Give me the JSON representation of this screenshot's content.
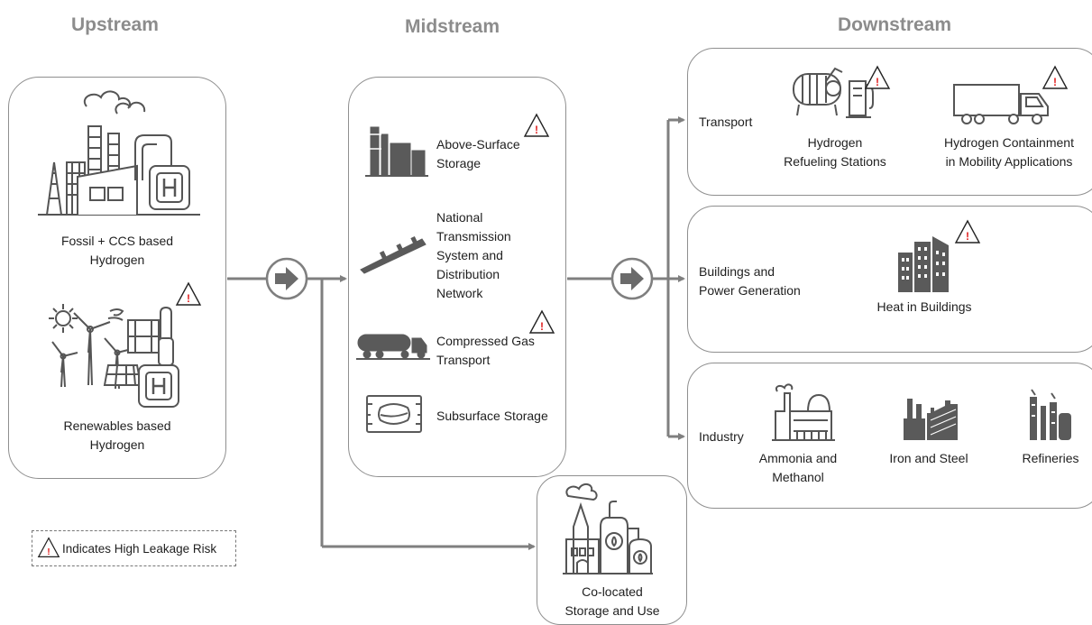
{
  "stages": {
    "upstream": "Upstream",
    "midstream": "Midstream",
    "downstream": "Downstream"
  },
  "upstream": {
    "fossil": [
      "Fossil + CCS based",
      "Hydrogen"
    ],
    "renewables": [
      "Renewables based",
      "Hydrogen"
    ]
  },
  "midstream": {
    "above_surface": [
      "Above-Surface",
      "Storage"
    ],
    "transmission": [
      "National",
      "Transmission",
      "System and",
      "Distribution",
      "Network"
    ],
    "compressed": [
      "Compressed Gas",
      "Transport"
    ],
    "subsurface": [
      "Subsurface Storage"
    ]
  },
  "colocated": [
    "Co-located",
    "Storage and Use"
  ],
  "downstream": {
    "transport": {
      "label": "Transport",
      "refueling": [
        "Hydrogen",
        "Refueling Stations"
      ],
      "containment": [
        "Hydrogen Containment",
        "in Mobility Applications"
      ]
    },
    "buildings": {
      "label": [
        "Buildings and",
        "Power Generation"
      ],
      "heat": [
        "Heat in Buildings"
      ]
    },
    "industry": {
      "label": "Industry",
      "ammonia": [
        "Ammonia and",
        "Methanol"
      ],
      "iron": [
        "Iron and Steel"
      ],
      "refineries": [
        "Refineries"
      ]
    }
  },
  "legend": {
    "text": "Indicates High Leakage Risk"
  },
  "warning_symbol": "!",
  "colors": {
    "connector": "#7f7f7f",
    "header": "#8c8c8c",
    "icon": "#5a5a5a",
    "warning": "#e02020"
  }
}
